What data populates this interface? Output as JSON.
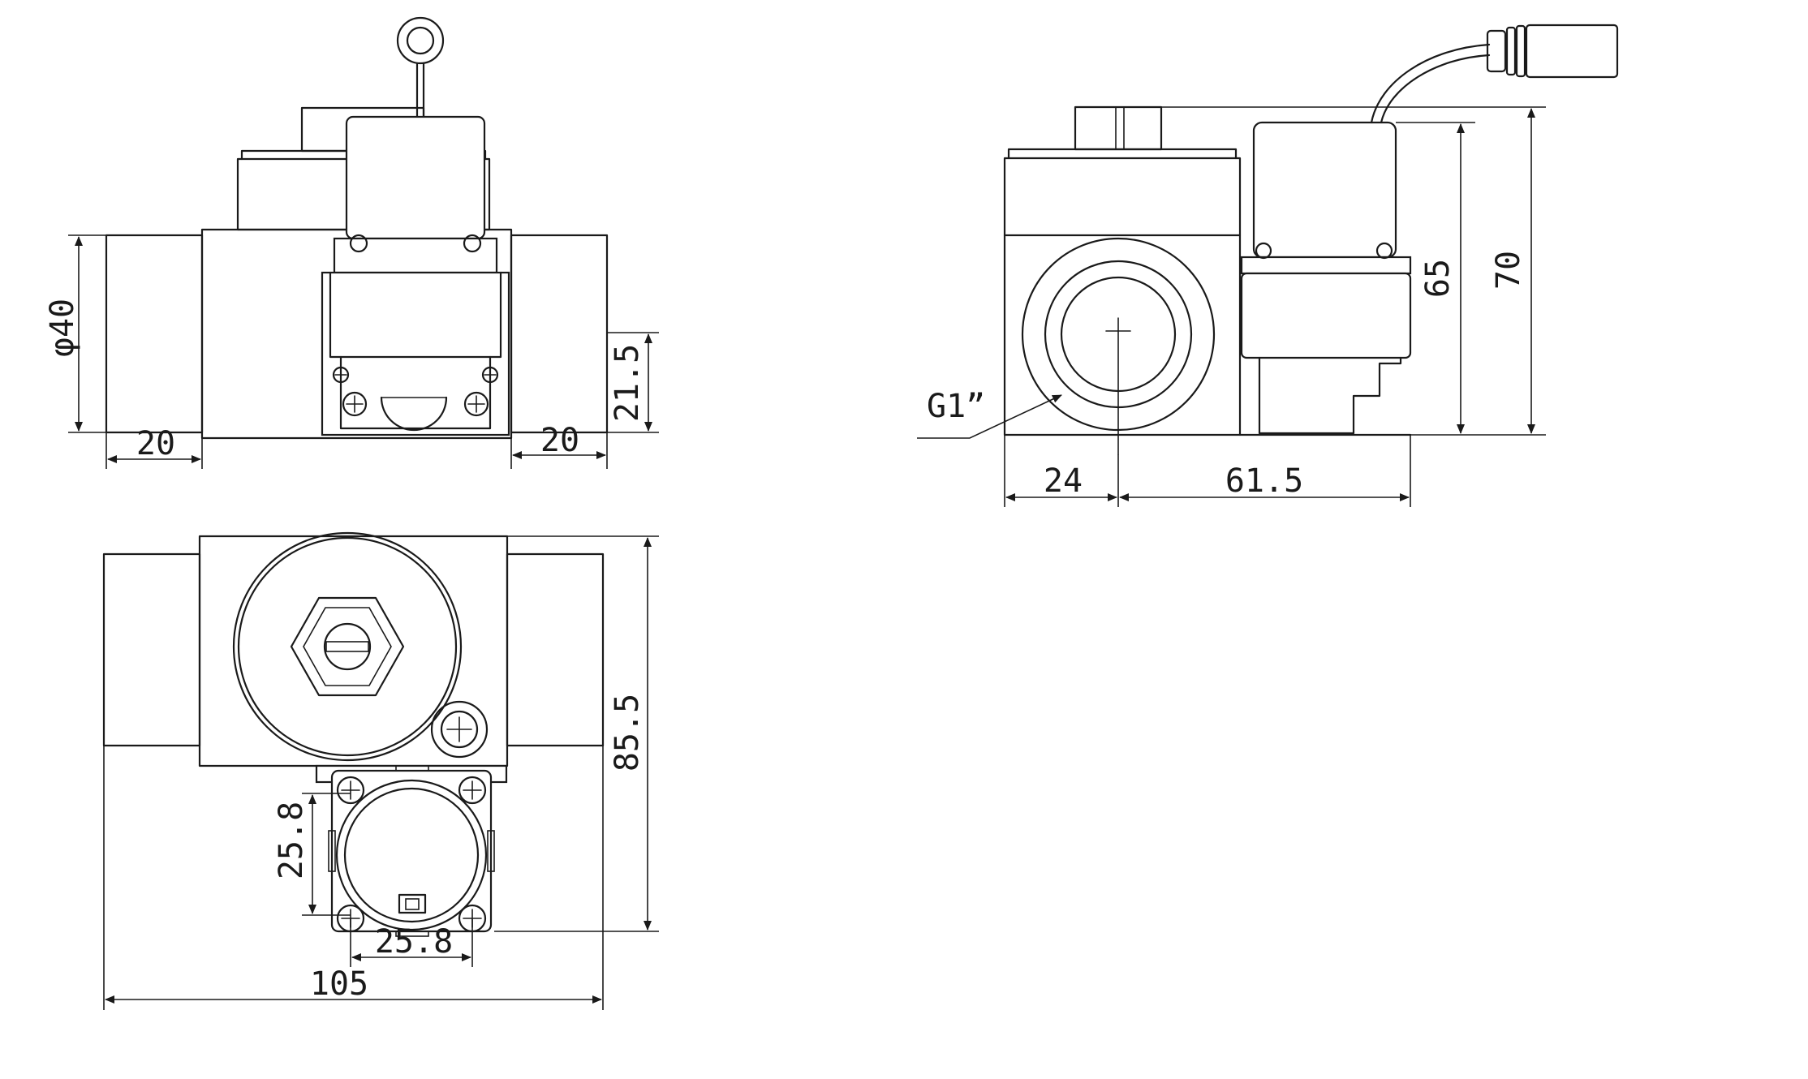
{
  "views": {
    "front": {
      "dim_diameter": "φ40",
      "dim_left_pipe": "20",
      "dim_right_pipe": "20",
      "dim_height_right": "21.5"
    },
    "side": {
      "dim_thread": "G1”",
      "dim_left": "24",
      "dim_right": "61.5",
      "dim_height_inner": "65",
      "dim_height_outer": "70"
    },
    "top": {
      "dim_total_width": "105",
      "dim_total_height": "85.5",
      "dim_screw_vertical": "25.8",
      "dim_screw_horizontal": "25.8"
    }
  },
  "colors": {
    "line": "#1a1a1a",
    "background": "#ffffff"
  }
}
